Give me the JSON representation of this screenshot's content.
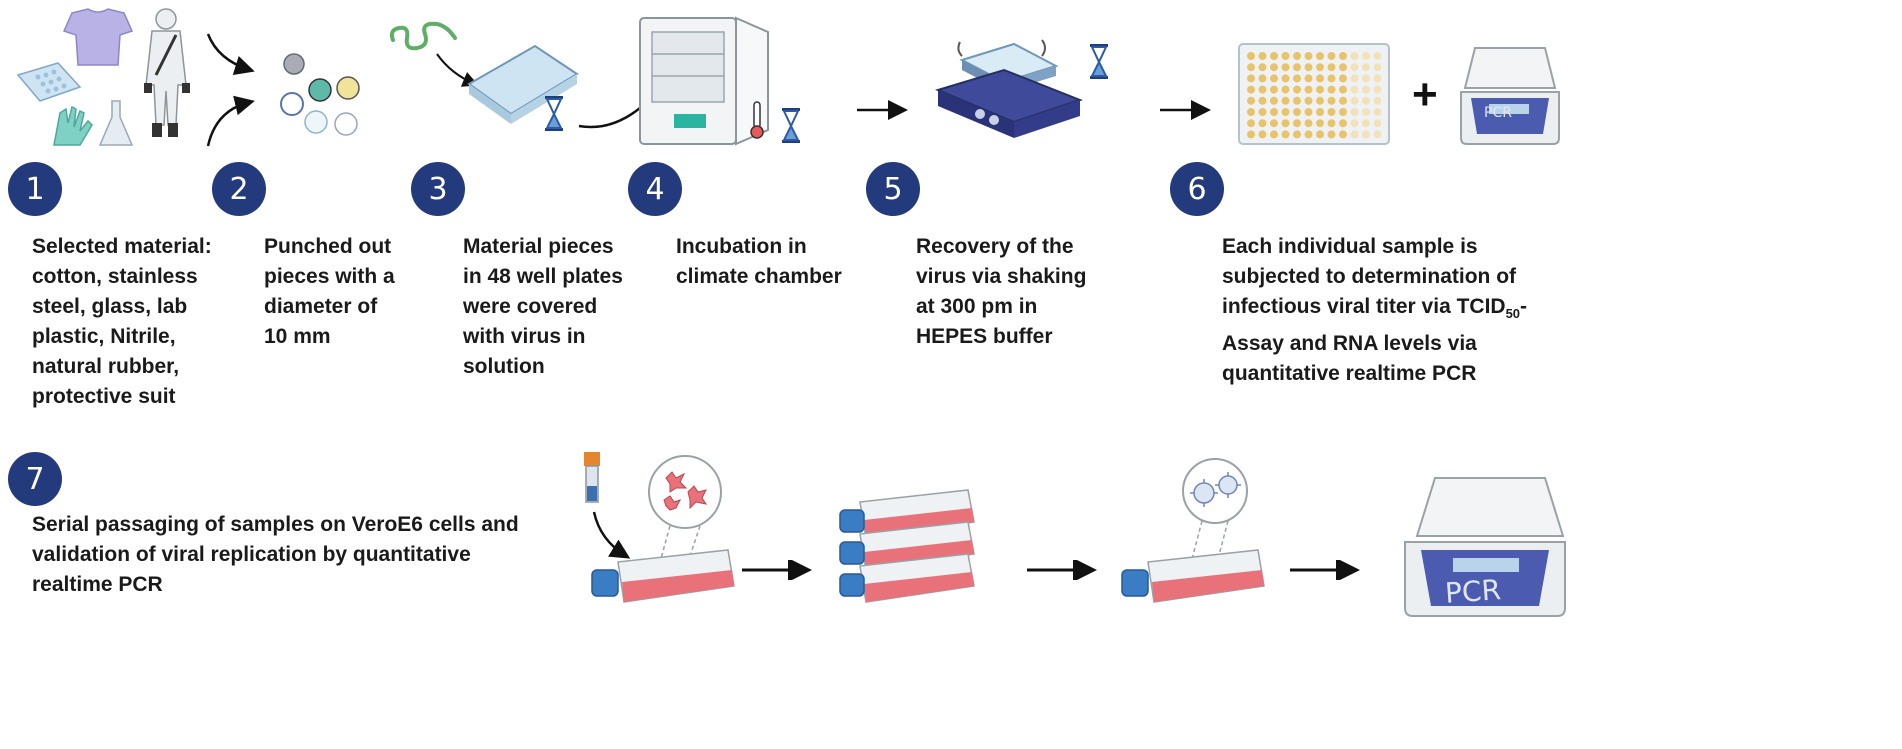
{
  "steps": [
    {
      "number": "1",
      "text": "Selected material:\ncotton, stainless\nsteel, glass, lab\nplastic, Nitrile,\nnatural rubber,\nprotective suit"
    },
    {
      "number": "2",
      "text": "Punched out\npieces with a\ndiameter of\n10 mm"
    },
    {
      "number": "3",
      "text": "Material pieces\nin 48 well plates\nwere covered\nwith virus in\nsolution"
    },
    {
      "number": "4",
      "text": "Incubation in\nclimate chamber"
    },
    {
      "number": "5",
      "text": "Recovery of the\nvirus via shaking\nat 300 pm in\nHEPES buffer"
    },
    {
      "number": "6",
      "text_line1": "Each individual sample is",
      "text_line2": "subjected to determination of",
      "text_line3a": "infectious viral titer via TCID",
      "text_sub": "50",
      "text_line3b": "-",
      "text_line4": "Assay and RNA levels via",
      "text_line5": "quantitative realtime PCR"
    },
    {
      "number": "7",
      "text": "Serial passaging of samples on VeroE6 cells and\nvalidation of viral replication by quantitative\nrealtime PCR"
    }
  ],
  "plus_sign": "+",
  "pcr_label_small": "PCR",
  "pcr_label_large": "PCR",
  "colors": {
    "circle": "#233a7d",
    "flask_medium": "#e8717a",
    "cap": "#3b7dc4",
    "plate": "#cfe4f2",
    "hourglass": "#2b5aa8"
  }
}
